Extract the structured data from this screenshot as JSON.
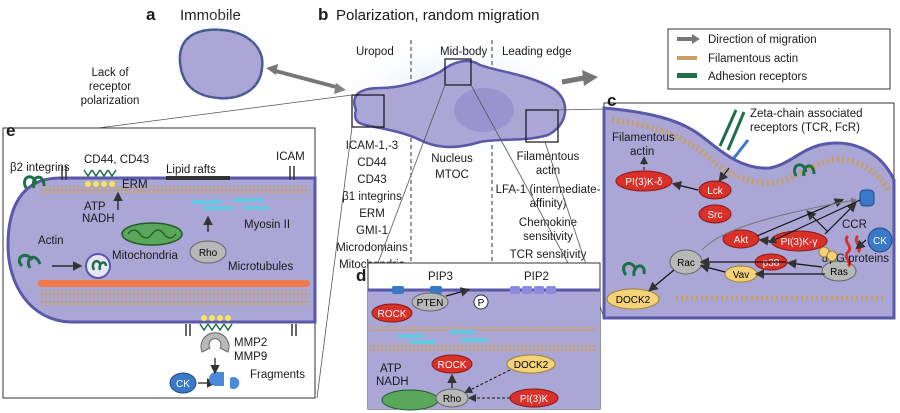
{
  "colors": {
    "cell_fill": "#aaa6d6",
    "cell_edge": "#5a58a8",
    "actin": "#c8a060",
    "adhesion": "#1f6e4a",
    "red_node": "#d9302a",
    "yellow_node": "#f4d27a",
    "blue_node": "#3a78c8",
    "arrow_gray": "#777777",
    "microtubule": "#f07a4a",
    "myosin": "#66c8e0",
    "glow": "#dbeaf6"
  },
  "panels": {
    "a": {
      "letter": "a",
      "title": "Immobile",
      "note": [
        "Lack of",
        "receptor",
        "polarization"
      ]
    },
    "b": {
      "letter": "b",
      "title": "Polarization, random migration",
      "regions": [
        "Uropod",
        "Mid-body",
        "Leading edge"
      ],
      "uropod_list": [
        "ICAM-1,-3",
        "CD44",
        "CD43",
        "β1 integrins",
        "ERM",
        "GMI-1",
        "Microdomains",
        "Mitochondria"
      ],
      "mid_list": [
        "Nucleus",
        "MTOC"
      ],
      "leading_list": [
        "Filamentous",
        "actin",
        "LFA-1 (intermediate-",
        "affinity)",
        "Chemokine",
        "sensitivity",
        "TCR sensitivity"
      ]
    },
    "c": {
      "letter": "c",
      "filament_label": [
        "Filamentous",
        "actin"
      ],
      "receptor_label": [
        "Zeta-chain associated",
        "receptors (TCR, FcR)"
      ],
      "nodes": {
        "pi3kd": "PI(3)K-δ",
        "lck": "Lck",
        "src": "Src",
        "akt": "Akt",
        "pi3kg": "PI(3)K-γ",
        "p38": "p38",
        "vav": "Vav",
        "rac": "Rac",
        "ras": "Ras",
        "dock2": "DOCK2",
        "ck": "CK"
      },
      "ccr": "CCR",
      "alpha_gamma": "αγ",
      "g_proteins": "G proteins"
    },
    "d": {
      "letter": "d",
      "pip3": "PIP3",
      "pip2": "PIP2",
      "pten": "PTEN",
      "p": "P",
      "rock": "ROCK",
      "dock2": "DOCK2",
      "rho": "Rho",
      "pi3k": "PI(3)K",
      "atp": [
        "ATP",
        "NADH"
      ]
    },
    "e": {
      "letter": "e",
      "beta2": "β2 integrins",
      "cd44": "CD44, CD43",
      "erm": "ERM",
      "lipid": "Lipid rafts",
      "icam": "ICAM",
      "atp": [
        "ATP",
        "NADH"
      ],
      "myosin": "Myosin II",
      "actin": "Actin",
      "mito": "Mitochondria",
      "rho": "Rho",
      "microtubules": "Microtubules",
      "mmp": [
        "MMP2",
        "MMP9"
      ],
      "ck": "CK",
      "fragments": "Fragments"
    }
  },
  "legend": {
    "items": [
      {
        "label": "Direction of migration",
        "kind": "arrow",
        "color": "#777777"
      },
      {
        "label": "Filamentous actin",
        "kind": "bar",
        "color": "#c8a060"
      },
      {
        "label": "Adhesion receptors",
        "kind": "bar",
        "color": "#1f6e4a"
      }
    ]
  }
}
